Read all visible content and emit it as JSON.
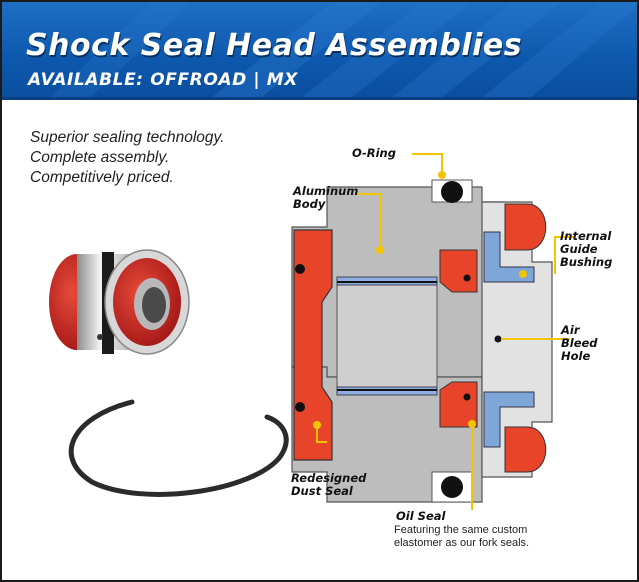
{
  "header": {
    "title": "Shock Seal Head Assemblies",
    "subtitle": "AVAILABLE: OFFROAD | MX"
  },
  "features": [
    "Superior sealing technology.",
    "Complete assembly.",
    "Competitively priced."
  ],
  "diagram": {
    "labels": {
      "o_ring": "O-Ring",
      "aluminum_body": [
        "Aluminum",
        "Body"
      ],
      "internal_guide_bushing": [
        "Internal",
        "Guide",
        "Bushing"
      ],
      "air_bleed_hole": [
        "Air",
        "Bleed",
        "Hole"
      ],
      "redesigned_dust_seal": [
        "Redesigned",
        "Dust Seal"
      ],
      "oil_seal": "Oil Seal"
    },
    "oil_seal_note": [
      "Featuring the same custom",
      "elastomer as our fork seals."
    ]
  },
  "colors": {
    "header_blue": "#0d58ad",
    "seal_red": "#e8442a",
    "body_gray": "#bdbdbd",
    "bushing_blue": "#7ea6d8",
    "leader_yellow": "#f2c500"
  }
}
